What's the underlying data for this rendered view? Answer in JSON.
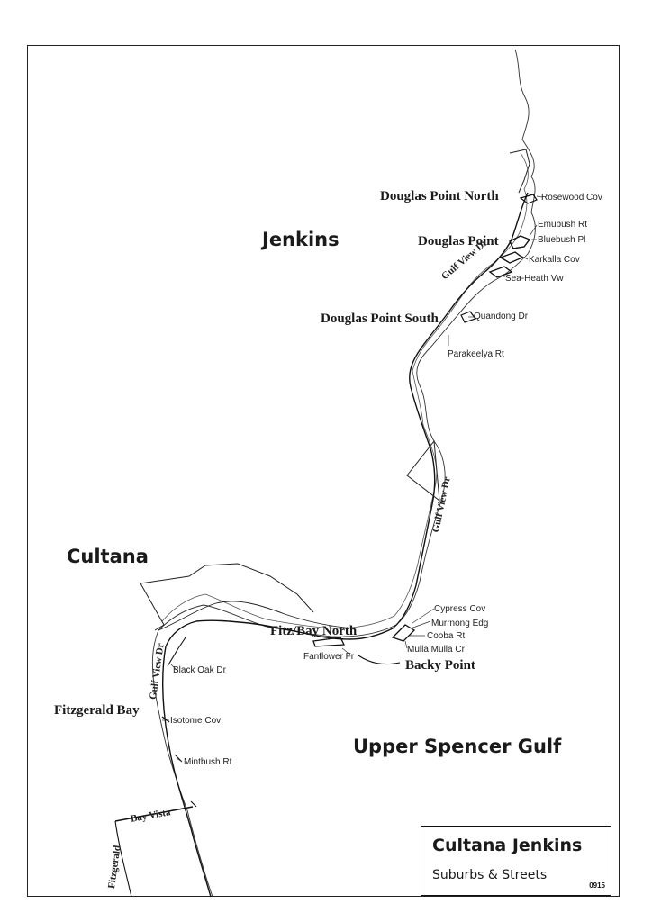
{
  "map": {
    "suburbs": {
      "jenkins": "Jenkins",
      "cultana": "Cultana",
      "upper_spencer_gulf": "Upper Spencer Gulf"
    },
    "localities": {
      "douglas_point_north": "Douglas Point North",
      "douglas_point": "Douglas Point",
      "douglas_point_south": "Douglas Point South",
      "fitz_bay_north": "Fitz/Bay North",
      "backy_point": "Backy Point",
      "fitzgerald_bay": "Fitzgerald Bay"
    },
    "roads": {
      "gulf_view_dr_north": "Gulf View Dr",
      "gulf_view_dr_middle": "Gulf View Dr",
      "gulf_view_dr_west": "Gulf View Dr",
      "bay_vista": "Bay Vista",
      "fitzgerald": "Fitzgerald"
    },
    "streets": {
      "rosewood_cov": "Rosewood Cov",
      "emubush_rt": "Emubush Rt",
      "bluebush_pl": "Bluebush Pl",
      "karkalla_cov": "Karkalla Cov",
      "sea_heath_vw": "Sea-Heath Vw",
      "quandong_dr": "Quandong Dr",
      "parakeelya_rt": "Parakeelya Rt",
      "cypress_cov": "Cypress Cov",
      "murrnong_edg": "Murrnong Edg",
      "cooba_rt": "Cooba Rt",
      "mulla_mulla_cr": "Mulla Mulla Cr",
      "fanflower_fr": "Fanflower Fr",
      "black_oak_dr": "Black Oak Dr",
      "isotome_cov": "Isotome Cov",
      "mintbush_rt": "Mintbush Rt"
    }
  },
  "legend": {
    "title": "Cultana Jenkins",
    "subtitle": "Suburbs & Streets",
    "code": "0915"
  }
}
